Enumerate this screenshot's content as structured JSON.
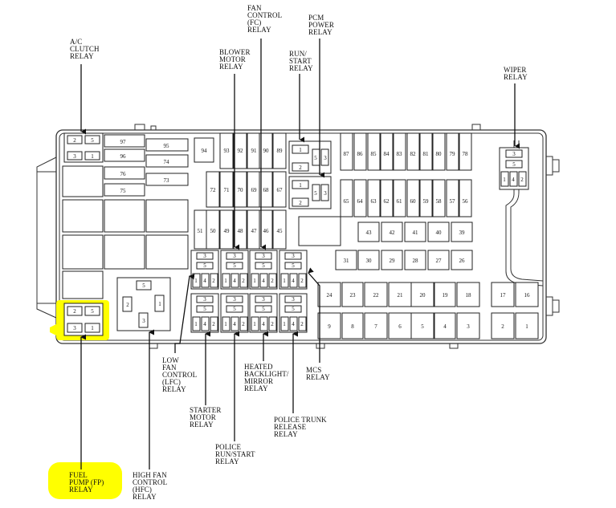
{
  "colors": {
    "highlight": "#ffff00",
    "line": "#222222"
  },
  "labels": {
    "ac_clutch": [
      "A/C",
      "CLUTCH",
      "RELAY"
    ],
    "fan_control": [
      "FAN",
      "CONTROL",
      "(FC)",
      "RELAY"
    ],
    "pcm_power": [
      "PCM",
      "POWER",
      "RELAY"
    ],
    "blower_motor": [
      "BLOWER",
      "MOTOR",
      "RELAY"
    ],
    "run_start": [
      "RUN/",
      "START",
      "RELAY"
    ],
    "wiper": [
      "WIPER",
      "RELAY"
    ],
    "low_fan": [
      "LOW",
      "FAN",
      "CONTROL",
      "(LFC)",
      "RELAY"
    ],
    "heated_backlight": [
      "HEATED",
      "BACKLIGHT/",
      "MIRROR",
      "RELAY"
    ],
    "mcs": [
      "MCS",
      "RELAY"
    ],
    "starter_motor": [
      "STARTER",
      "MOTOR",
      "RELAY"
    ],
    "police_trunk": [
      "POLICE TRUNK",
      "RELEASE",
      "RELAY"
    ],
    "police_run_start": [
      "POLICE",
      "RUN/START",
      "RELAY"
    ],
    "fuel_pump": [
      "FUEL",
      "PUMP (FP)",
      "RELAY"
    ],
    "high_fan": [
      "HIGH FAN",
      "CONTROL",
      "(HFC)",
      "RELAY"
    ]
  },
  "fuses": {
    "left_col": [
      "97",
      "96",
      "76",
      "75"
    ],
    "right_col": [
      "95",
      "74",
      "73"
    ],
    "lone": "94",
    "row_a": [
      "93",
      "92",
      "91",
      "90",
      "89"
    ],
    "row_b": [
      "72",
      "71",
      "70",
      "69",
      "68",
      "67"
    ],
    "row_c": [
      "51",
      "50",
      "49",
      "48",
      "47",
      "46",
      "45"
    ],
    "top_right": [
      "87",
      "86",
      "85",
      "84",
      "83",
      "82",
      "81",
      "80",
      "79",
      "78"
    ],
    "mid_right": [
      "65",
      "64",
      "63",
      "62",
      "61",
      "60",
      "59",
      "58",
      "57",
      "56"
    ],
    "row_43": [
      "43",
      "42",
      "41",
      "40",
      "39"
    ],
    "row_31": [
      "31",
      "30",
      "29",
      "28",
      "27",
      "26"
    ],
    "row_24": [
      "24",
      "23",
      "22",
      "21",
      "20",
      "19",
      "18"
    ],
    "row_9": [
      "9",
      "8",
      "7",
      "6",
      "5",
      "4",
      "3"
    ],
    "far_right_top": [
      "17",
      "16"
    ],
    "far_right_bottom": [
      "2",
      "1"
    ]
  },
  "pins": {
    "p1": "1",
    "p2": "2",
    "p3": "3",
    "p4": "4",
    "p5": "5"
  }
}
